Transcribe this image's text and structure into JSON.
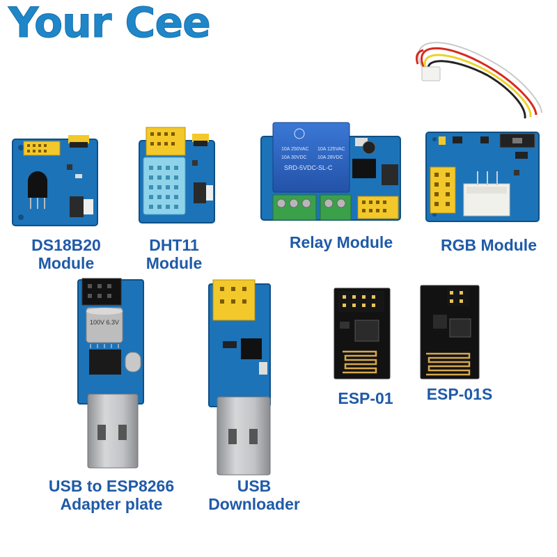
{
  "brand": {
    "text": "Your Cee",
    "color": "#1f86c8"
  },
  "colors": {
    "label": "#1f5aa8",
    "pcb_blue": "#1c73b8",
    "pcb_black": "#121212",
    "header_yellow": "#f3c82b",
    "terminal_green": "#3ba04a",
    "relay_blue": "#2d67c6",
    "usb_metal": "#b9bbbe"
  },
  "products": [
    {
      "id": "ds18b20",
      "label_lines": [
        "DS18B20",
        "Module"
      ]
    },
    {
      "id": "dht11",
      "label_lines": [
        "DHT11",
        "Module"
      ]
    },
    {
      "id": "relay",
      "label_lines": [
        "Relay Module"
      ]
    },
    {
      "id": "rgb",
      "label_lines": [
        "RGB Module"
      ]
    },
    {
      "id": "usb-adapter",
      "label_lines": [
        "USB to ESP8266",
        "Adapter plate"
      ]
    },
    {
      "id": "usb-downloader",
      "label_lines": [
        "USB",
        "Downloader"
      ]
    },
    {
      "id": "esp01",
      "label_lines": [
        "ESP-01"
      ]
    },
    {
      "id": "esp01s",
      "label_lines": [
        "ESP-01S"
      ]
    }
  ],
  "relay_markings": {
    "rating_1": "10A 250VAC",
    "rating_2": "10A 125VAC",
    "rating_3": "10A 30VDC",
    "rating_4": "10A 28VDC",
    "model": "SRD-5VDC-SL-C"
  },
  "capacitor_marking": "100V 6.3V"
}
